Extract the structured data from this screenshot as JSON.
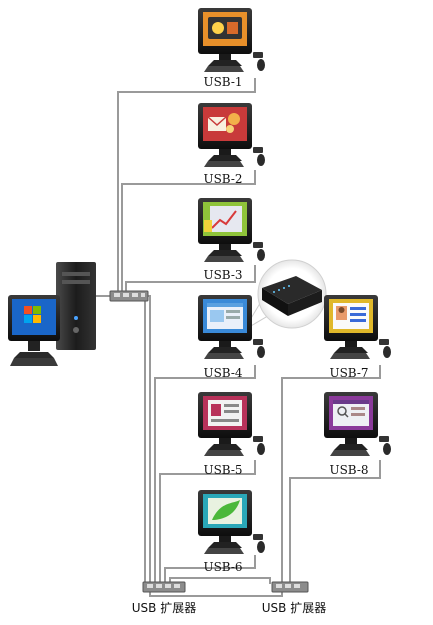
{
  "diagram": {
    "workstations": [
      {
        "label": "USB-1",
        "screen": "photo-viewer-icon"
      },
      {
        "label": "USB-2",
        "screen": "mail-chat-icon"
      },
      {
        "label": "USB-3",
        "screen": "chart-icon"
      },
      {
        "label": "USB-4",
        "screen": "web-browser-icon"
      },
      {
        "label": "USB-5",
        "screen": "document-icon"
      },
      {
        "label": "USB-6",
        "screen": "leaf-wallpaper-icon"
      },
      {
        "label": "USB-7",
        "screen": "profile-app-icon"
      },
      {
        "label": "USB-8",
        "screen": "search-window-icon"
      }
    ],
    "hubs": [
      {
        "label": "USB 扩展器"
      },
      {
        "label": "USB 扩展器"
      }
    ],
    "colors": {
      "monitor_bezel": "#1a1a1a",
      "cable": "#9a9a9a",
      "host_tower": "#222222"
    }
  }
}
